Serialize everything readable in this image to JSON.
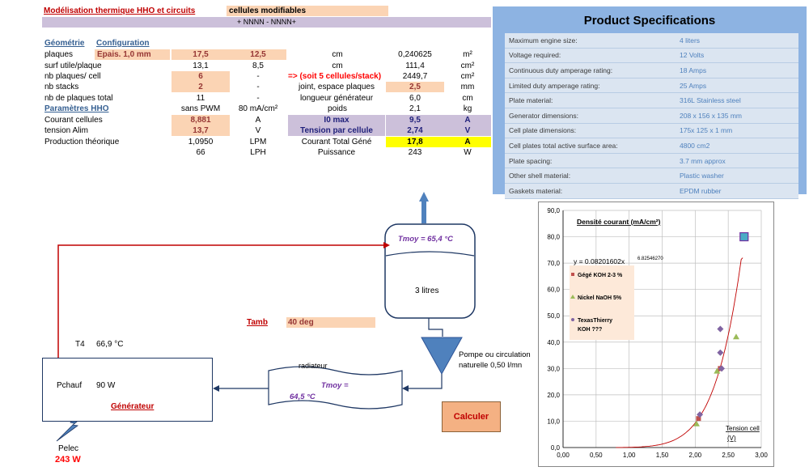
{
  "header": {
    "title": "Modélisation thermique HHO et circuits",
    "cells_modifiable": "cellules modifiables",
    "bar_text": "+ NNNN - NNNN+"
  },
  "sections": {
    "geometry": "Géométrie",
    "configuration": "Configuration",
    "hho_params": "Paramètres HHO"
  },
  "rows": {
    "plaques": {
      "label": "plaques",
      "epais": "Epais. 1,0 mm",
      "v1": "17,5",
      "v2": "12,5",
      "unit": "cm",
      "val": "0,240625",
      "val_unit": "m²"
    },
    "surf": {
      "label": "surf utile/plaque",
      "v1": "13,1",
      "v2": "8,5",
      "unit": "cm",
      "val": "111,4",
      "val_unit": "cm²"
    },
    "nbplq": {
      "label": "nb plaques/ cell",
      "v1": "6",
      "v2": "-",
      "note": "=> (soit 5 cellules/stack)",
      "val": "2449,7",
      "val_unit": "cm²"
    },
    "stacks": {
      "label": "nb stacks",
      "v1": "2",
      "v2": "-",
      "mid": "joint, espace plaques",
      "val": "2,5",
      "val_unit": "mm"
    },
    "total": {
      "label": "nb de plaques total",
      "v1": "11",
      "v2": "-",
      "mid": "longueur générateur",
      "val": "6,0",
      "val_unit": "cm"
    },
    "hho": {
      "v1": "sans PWM",
      "v2": "80 mA/cm²",
      "mid": "poids",
      "val": "2,1",
      "val_unit": "kg"
    },
    "courant": {
      "label": "Courant cellules",
      "v1": "8,881",
      "v2": "A",
      "mid": "I0 max",
      "val": "9,5",
      "val_unit": "A"
    },
    "tension": {
      "label": "tension Alim",
      "v1": "13,7",
      "v2": "V",
      "mid": "Tension par cellule",
      "val": "2,74",
      "val_unit": "V"
    },
    "prod": {
      "label": "Production théorique",
      "v1": "1,0950",
      "v2": "LPM",
      "mid": "Courant Total Géné",
      "val": "17,8",
      "val_unit": "A"
    },
    "prod2": {
      "v1": "66",
      "v2": "LPH",
      "mid": "Puissance",
      "val": "243",
      "val_unit": "W"
    }
  },
  "specs": {
    "title": "Product Specifications",
    "items": [
      {
        "k": "Maximum engine size:",
        "v": "4 liters"
      },
      {
        "k": "Voltage required:",
        "v": "12 Volts"
      },
      {
        "k": "Continuous duty amperage rating:",
        "v": "18 Amps"
      },
      {
        "k": "Limited duty amperage rating:",
        "v": "25 Amps"
      },
      {
        "k": "Plate material:",
        "v": "316L Stainless steel"
      },
      {
        "k": "Generator dimensions:",
        "v": "208 x 156 x 135 mm"
      },
      {
        "k": "Cell plate dimensions:",
        "v": "175x 125 x 1 mm"
      },
      {
        "k": "Cell plates total active surface area:",
        "v": "4800 cm2"
      },
      {
        "k": "Plate spacing:",
        "v": "3.7 mm approx"
      },
      {
        "k": "Other shell material:",
        "v": "Plastic washer"
      },
      {
        "k": "Gaskets material:",
        "v": "EPDM rubber"
      }
    ]
  },
  "diagram": {
    "tmoy_tank": "Tmoy = 65,4 °C",
    "tank_volume": "3 litres",
    "tamb_label": "Tamb",
    "tamb_value": "40 deg",
    "t4_label": "T4",
    "t4_value": "66,9 °C",
    "pchauf_label": "Pchauf",
    "pchauf_value": "90 W",
    "generator": "Générateur",
    "radiator": "radiateur",
    "tmoy_rad": "Tmoy =",
    "tmoy_rad_value": "64,5 °C",
    "pump_line1": "Pompe ou circulation",
    "pump_line2": "naturelle 0,50 l/mn",
    "pelec_label": "Pelec",
    "pelec_value": "243 W",
    "calc_button": "Calculer"
  },
  "chart_data": {
    "type": "scatter",
    "title": "Densité courant (mA/cm²)",
    "xlabel": "Tension cell (V)",
    "xlabel_line1": "Tension cell",
    "xlabel_line2": "(V)",
    "xlim": [
      0,
      3
    ],
    "ylim": [
      0,
      90
    ],
    "xticks": [
      "0,00",
      "0,50",
      "1,00",
      "1,50",
      "2,00",
      "2,50",
      "3,00"
    ],
    "yticks": [
      "0,0",
      "10,0",
      "20,0",
      "30,0",
      "40,0",
      "50,0",
      "60,0",
      "70,0",
      "80,0",
      "90,0"
    ],
    "equation": "y = 0.08201602x",
    "equation_exp": "6.82546270",
    "grid": true,
    "legend_position": "left",
    "colors": {
      "gege": "#c0504d",
      "nickel": "#9bbb59",
      "texas": "#8064a2",
      "curve": "#c00000",
      "highlight": "#4bacc6"
    },
    "series": [
      {
        "name": "Gégé KOH 2-3 %",
        "points": [
          [
            2.05,
            11
          ],
          [
            2.38,
            30
          ]
        ]
      },
      {
        "name": "Nickel NaOH 5%",
        "points": [
          [
            2.02,
            9
          ],
          [
            2.33,
            29
          ],
          [
            2.62,
            42
          ]
        ]
      },
      {
        "name": "TexasThierry",
        "name2": "KOH ???",
        "points": [
          [
            2.07,
            12.5
          ],
          [
            2.38,
            36
          ],
          [
            2.4,
            30
          ],
          [
            2.38,
            45
          ]
        ]
      }
    ],
    "highlight_point": [
      2.74,
      80
    ],
    "fit": {
      "a": 0.08201602,
      "b": 6.8254627,
      "x_from": 0.8,
      "x_to": 2.72
    }
  }
}
